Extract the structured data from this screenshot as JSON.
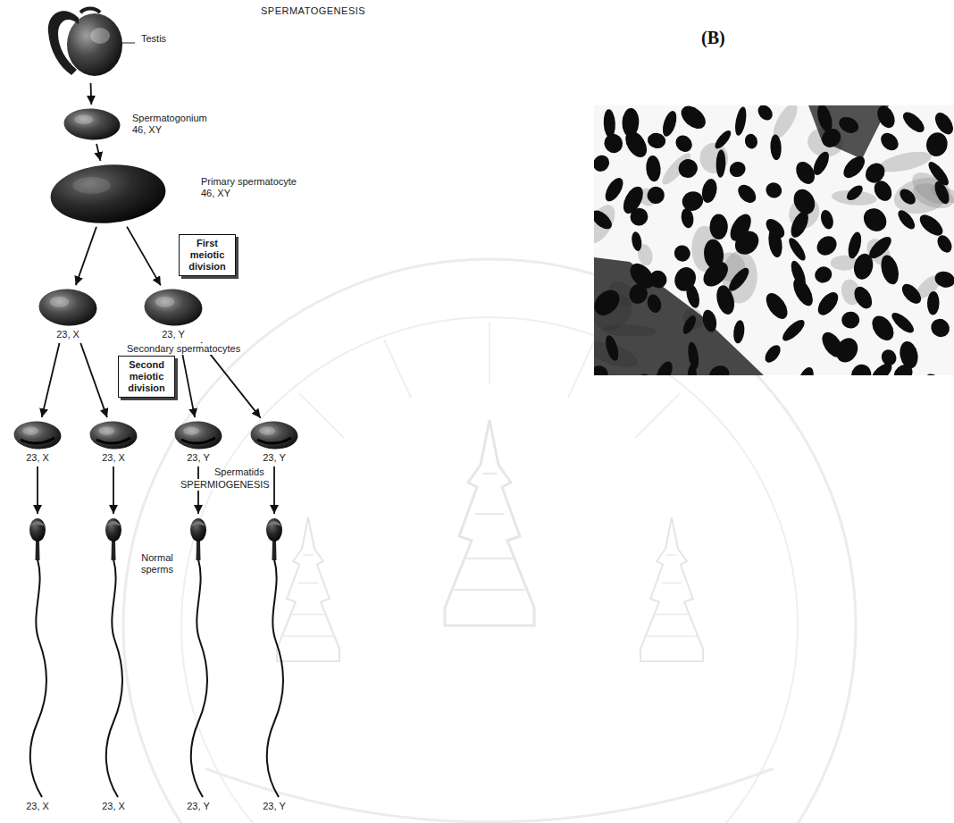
{
  "diagram": {
    "title": "SPERMATOGENESIS",
    "nodes": [
      {
        "text": [
          "Testis"
        ]
      },
      {
        "text": [
          "Spermatogonium",
          "46, XY"
        ]
      },
      {
        "text": [
          "Primary spermatocyte",
          "46, XY"
        ]
      },
      {
        "text": [
          "First meiotic division"
        ]
      },
      {
        "text": [
          "23, X"
        ]
      },
      {
        "text": [
          "23, Y"
        ]
      },
      {
        "text": [
          "Second meiotic division"
        ]
      },
      {
        "text": [
          "23, X"
        ]
      },
      {
        "text": [
          "23, X"
        ]
      },
      {
        "text": [
          "23, Y"
        ]
      },
      {
        "text": [
          "23, Y"
        ]
      },
      {
        "text": [
          "23, X"
        ]
      },
      {
        "text": [
          "23, X"
        ]
      },
      {
        "text": [
          "23, Y"
        ]
      },
      {
        "text": [
          "23, Y"
        ]
      }
    ],
    "edges": [
      {
        "from": 0,
        "to": 1,
        "arrow": "to"
      },
      {
        "from": 1,
        "to": 2,
        "arrow": "to"
      },
      {
        "from": 2,
        "to": 4,
        "arrow": "to"
      },
      {
        "from": 2,
        "to": 5,
        "arrow": "to"
      },
      {
        "from": 4,
        "to": 7,
        "arrow": "to"
      },
      {
        "from": 4,
        "to": 8,
        "arrow": "to"
      },
      {
        "from": 5,
        "to": 9,
        "arrow": "to"
      },
      {
        "from": 5,
        "to": 10,
        "arrow": "to"
      },
      {
        "from": 7,
        "to": 11,
        "arrow": "to"
      },
      {
        "from": 8,
        "to": 12,
        "arrow": "to"
      },
      {
        "from": 9,
        "to": 13,
        "arrow": "to"
      },
      {
        "from": 10,
        "to": 14,
        "arrow": "to"
      }
    ],
    "labels": [
      "Secondary spermatocytes",
      "Spermatids",
      "SPERMIOGENESIS",
      "Normal sperms",
      "(B)"
    ]
  }
}
